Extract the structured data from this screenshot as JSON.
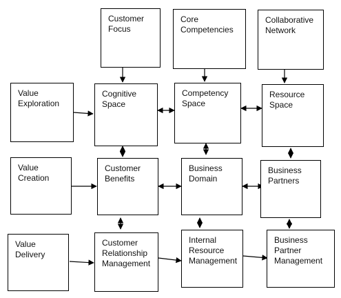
{
  "nodes": {
    "customer_focus": "Customer\nFocus",
    "core_competencies": "Core\nCompetencies",
    "collaborative_network": "Collaborative\nNetwork",
    "value_exploration": "Value\nExploration",
    "cognitive_space": "Cognitive\nSpace",
    "competency_space": "Competency\nSpace",
    "resource_space": "Resource\nSpace",
    "value_creation": "Value\nCreation",
    "customer_benefits": "Customer\nBenefits",
    "business_domain": "Business\nDomain",
    "business_partners": "Business\nPartners",
    "value_delivery": "Value\nDelivery",
    "customer_relationship_management": "Customer\nRelationship\nManagement",
    "internal_resource_management": "Internal\nResource\nManagement",
    "business_partner_management": "Business\nPartner\nManagement"
  }
}
